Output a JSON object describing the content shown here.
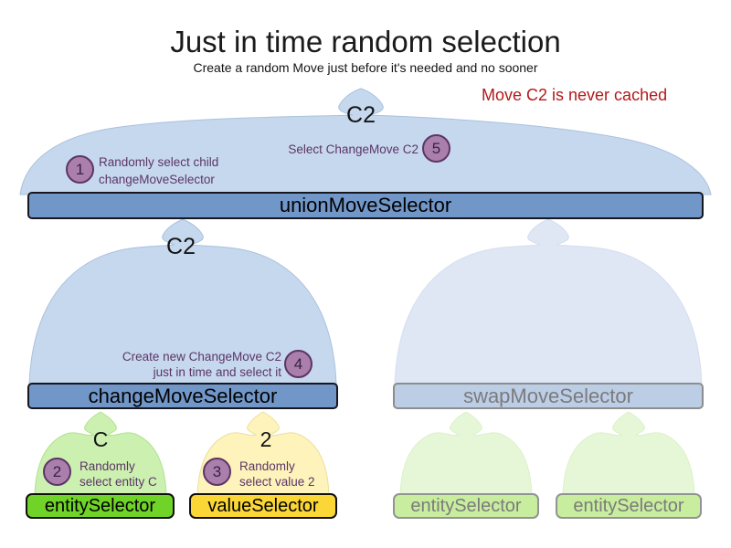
{
  "title": "Just in time random selection",
  "subtitle": "Create a random Move just before it's needed and no sooner",
  "note": "Move C2 is never cached",
  "flow_labels": {
    "union": "C2",
    "change": "C2",
    "entity": "C",
    "value": "2"
  },
  "selectors": {
    "union": "unionMoveSelector",
    "change": "changeMoveSelector",
    "swap": "swapMoveSelector",
    "entity": "entitySelector",
    "value": "valueSelector",
    "entity_faded_left": "entitySelector",
    "entity_faded_right": "entitySelector"
  },
  "steps": [
    {
      "number": "1",
      "text": "Randomly select child\nchangeMoveSelector"
    },
    {
      "number": "2",
      "text": "Randomly\nselect entity C"
    },
    {
      "number": "3",
      "text": "Randomly\nselect value 2"
    },
    {
      "number": "4",
      "text": "Create new ChangeMove C2\njust in time and select it"
    },
    {
      "number": "5",
      "text": "Select ChangeMove C2"
    }
  ],
  "colors": {
    "note_red": "#b11a1a",
    "annotation_purple": "#5c3566",
    "badge_fill": "#ab7fab",
    "badge_border": "#5c3566",
    "active_bar_blue": "#7196c8",
    "faded_bar_blue": "#bccde6",
    "entity_bar_green": "#70d328",
    "value_bar_yellow": "#fbd637",
    "faded_bar_green": "#c8ed9f",
    "funnel_blue": "#c6d8ee",
    "funnel_blue_faded": "#dfe7f4",
    "funnel_green": "#cbf0b0",
    "funnel_yellow": "#fdf3bb",
    "funnel_green_faded": "#e6f7d7"
  }
}
